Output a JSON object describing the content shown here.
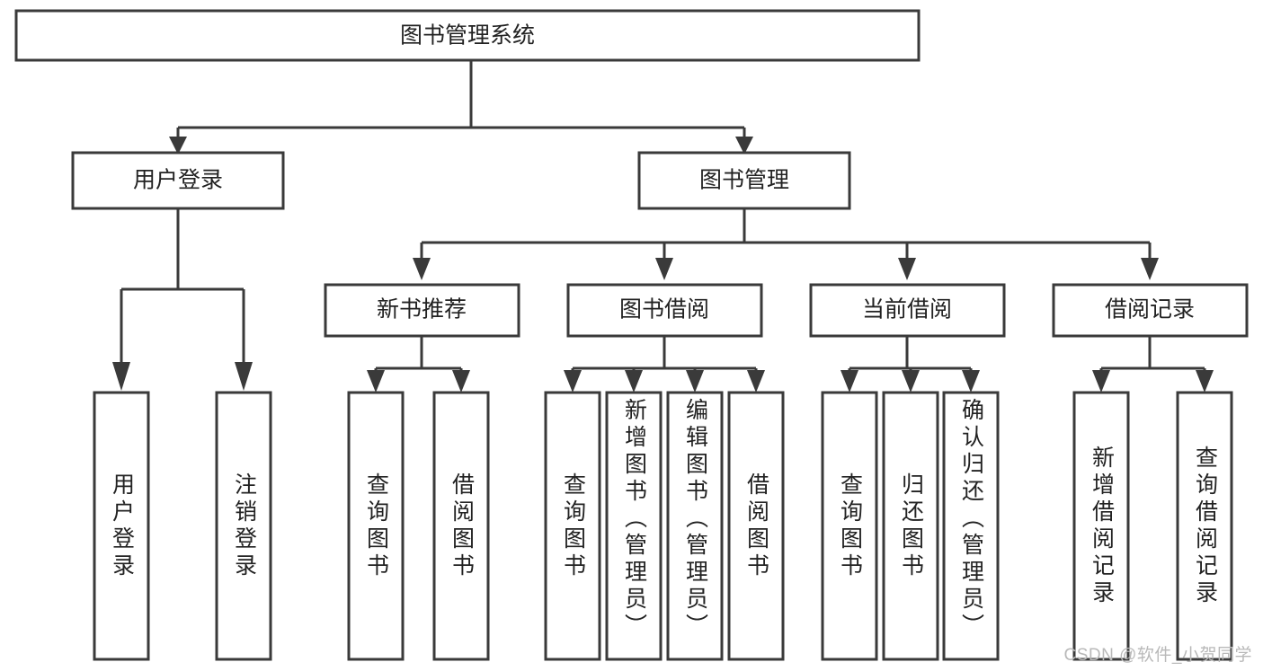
{
  "diagram": {
    "title": "图书管理系统",
    "type": "hierarchy-tree",
    "watermark": "CSDN @软件_小贺同学",
    "colors": {
      "stroke": "#3a3a3a",
      "fill": "#ffffff",
      "text": "#222222",
      "watermark": "#b9b9b9"
    },
    "root": {
      "label": "图书管理系统"
    },
    "level2": [
      {
        "label": "用户登录"
      },
      {
        "label": "图书管理"
      }
    ],
    "level3": [
      {
        "label": "新书推荐"
      },
      {
        "label": "图书借阅"
      },
      {
        "label": "当前借阅"
      },
      {
        "label": "借阅记录"
      }
    ],
    "leaves": {
      "user_login": [
        {
          "label": "用户登录"
        },
        {
          "label": "注销登录"
        }
      ],
      "new_book_recommend": [
        {
          "label": "查询图书"
        },
        {
          "label": "借阅图书"
        }
      ],
      "book_borrow": [
        {
          "label": "查询图书"
        },
        {
          "label": "新增图书（管理员）"
        },
        {
          "label": "编辑图书（管理员）"
        },
        {
          "label": "借阅图书"
        }
      ],
      "current_borrow": [
        {
          "label": "查询图书"
        },
        {
          "label": "归还图书"
        },
        {
          "label": "确认归还（管理员）"
        }
      ],
      "borrow_record": [
        {
          "label": "新增借阅记录"
        },
        {
          "label": "查询借阅记录"
        }
      ]
    }
  }
}
